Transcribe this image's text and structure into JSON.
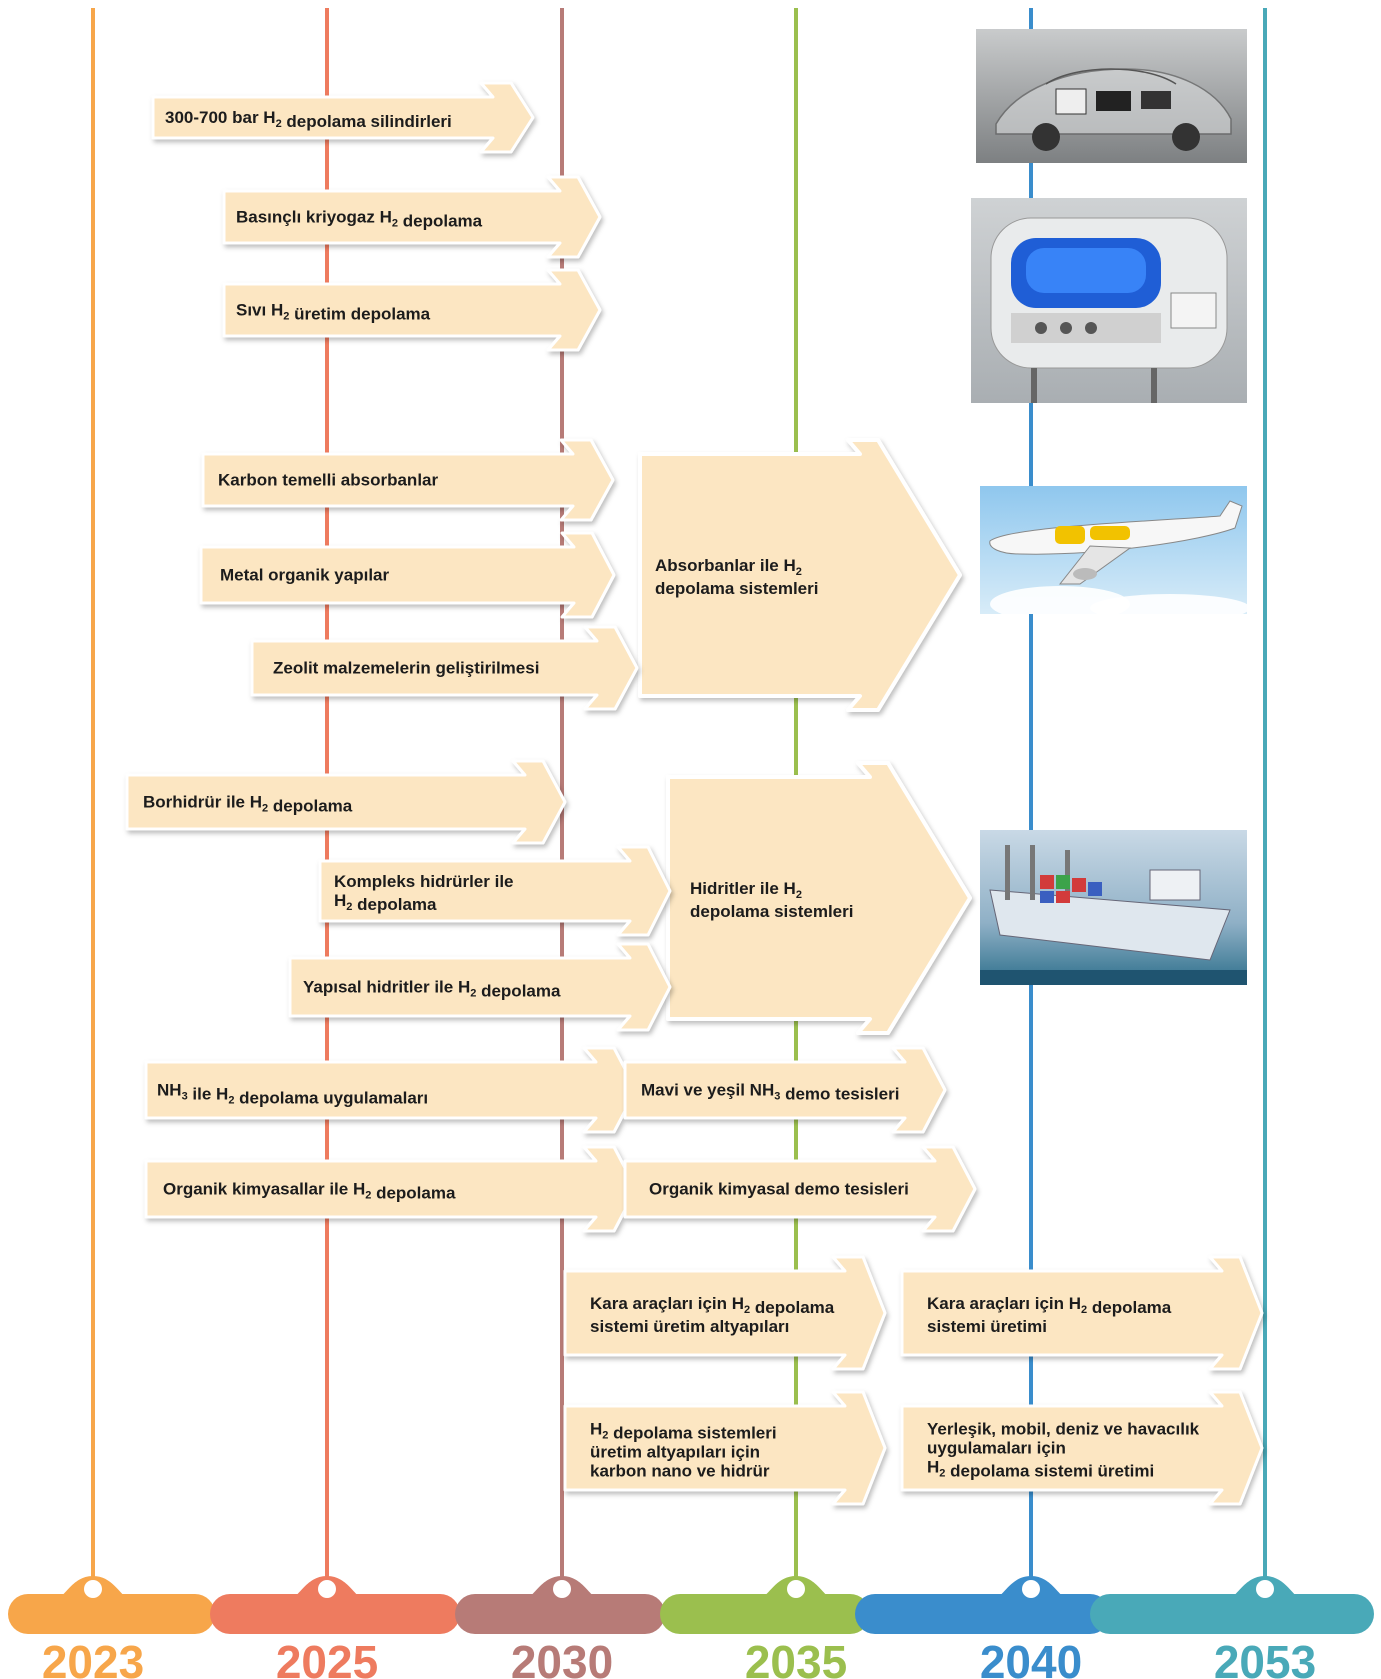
{
  "timeline": {
    "years": [
      {
        "label": "2023",
        "color": "#F7A64A"
      },
      {
        "label": "2025",
        "color": "#EE7B5F"
      },
      {
        "label": "2030",
        "color": "#B77B77"
      },
      {
        "label": "2035",
        "color": "#9BBF4E"
      },
      {
        "label": "2040",
        "color": "#3A8DCC"
      },
      {
        "label": "2053",
        "color": "#49A9B8"
      }
    ]
  },
  "arrows": [
    {
      "id": "a1",
      "lines": [
        [
          [
            "t",
            "300-700 bar H"
          ],
          [
            "s",
            "2"
          ],
          [
            "t",
            " depolama silindirleri"
          ]
        ]
      ]
    },
    {
      "id": "a2",
      "lines": [
        [
          [
            "t",
            "Basınçlı kriyogaz H"
          ],
          [
            "s",
            "2"
          ],
          [
            "t",
            " depolama"
          ]
        ]
      ]
    },
    {
      "id": "a3",
      "lines": [
        [
          [
            "t",
            "Sıvı H"
          ],
          [
            "s",
            "2"
          ],
          [
            "t",
            " üretim depolama"
          ]
        ]
      ]
    },
    {
      "id": "a4",
      "lines": [
        [
          [
            "t",
            "Karbon temelli absorbanlar"
          ]
        ]
      ]
    },
    {
      "id": "a5",
      "lines": [
        [
          [
            "t",
            "Metal organik yapılar"
          ]
        ]
      ]
    },
    {
      "id": "a6",
      "lines": [
        [
          [
            "t",
            "Zeolit malzemelerin geliştirilmesi"
          ]
        ]
      ]
    },
    {
      "id": "a7",
      "lines": [
        [
          [
            "t",
            "Borhidrür ile H"
          ],
          [
            "s",
            "2"
          ],
          [
            "t",
            " depolama"
          ]
        ]
      ]
    },
    {
      "id": "a8",
      "lines": [
        [
          [
            "t",
            "Kompleks hidrürler ile"
          ]
        ],
        [
          [
            "t",
            "H"
          ],
          [
            "s",
            "2"
          ],
          [
            "t",
            " depolama"
          ]
        ]
      ]
    },
    {
      "id": "a9",
      "lines": [
        [
          [
            "t",
            "Yapısal hidritler ile H"
          ],
          [
            "s",
            "2"
          ],
          [
            "t",
            " depolama"
          ]
        ]
      ]
    },
    {
      "id": "a10",
      "lines": [
        [
          [
            "t",
            "NH"
          ],
          [
            "s",
            "3"
          ],
          [
            "t",
            " ile H"
          ],
          [
            "s",
            "2"
          ],
          [
            "t",
            " depolama uygulamaları"
          ]
        ]
      ]
    },
    {
      "id": "a11",
      "lines": [
        [
          [
            "t",
            "Mavi ve yeşil NH"
          ],
          [
            "s",
            "3"
          ],
          [
            "t",
            " demo tesisleri"
          ]
        ]
      ]
    },
    {
      "id": "a12",
      "lines": [
        [
          [
            "t",
            "Organik kimyasallar ile H"
          ],
          [
            "s",
            "2"
          ],
          [
            "t",
            " depolama"
          ]
        ]
      ]
    },
    {
      "id": "a13",
      "lines": [
        [
          [
            "t",
            "Organik kimyasal demo tesisleri"
          ]
        ]
      ]
    },
    {
      "id": "a14",
      "lines": [
        [
          [
            "t",
            "Kara araçları için H"
          ],
          [
            "s",
            "2"
          ],
          [
            "t",
            " depolama"
          ]
        ],
        [
          [
            "t",
            "sistemi üretim altyapıları"
          ]
        ]
      ]
    },
    {
      "id": "a15",
      "lines": [
        [
          [
            "t",
            "Kara araçları için H"
          ],
          [
            "s",
            "2"
          ],
          [
            "t",
            " depolama"
          ]
        ],
        [
          [
            "t",
            "sistemi üretimi"
          ]
        ]
      ]
    },
    {
      "id": "a16",
      "lines": [
        [
          [
            "t",
            "H"
          ],
          [
            "s",
            "2"
          ],
          [
            "t",
            " depolama sistemleri"
          ]
        ],
        [
          [
            "t",
            "üretim altyapıları için"
          ]
        ],
        [
          [
            "t",
            "karbon nano ve hidrür"
          ]
        ]
      ]
    },
    {
      "id": "a17",
      "lines": [
        [
          [
            "t",
            "Yerleşik, mobil, deniz ve havacılık"
          ]
        ],
        [
          [
            "t",
            "uygulamaları için"
          ]
        ],
        [
          [
            "t",
            "H"
          ],
          [
            "s",
            "2"
          ],
          [
            "t",
            " depolama sistemi üretimi"
          ]
        ]
      ]
    }
  ],
  "big_arrows": [
    {
      "id": "b1",
      "lines": [
        [
          [
            "t",
            "Absorbanlar ile H"
          ],
          [
            "s",
            "2"
          ]
        ],
        [
          [
            "t",
            "depolama sistemleri"
          ]
        ]
      ]
    },
    {
      "id": "b2",
      "lines": [
        [
          [
            "t",
            "Hidritler ile H"
          ],
          [
            "s",
            "2"
          ]
        ],
        [
          [
            "t",
            "depolama sistemleri"
          ]
        ]
      ]
    }
  ],
  "photos": [
    {
      "id": "p1",
      "subject": "car-hydrogen-tank"
    },
    {
      "id": "p2",
      "subject": "cryogenic-storage-unit"
    },
    {
      "id": "p3",
      "subject": "hydrogen-aircraft"
    },
    {
      "id": "p4",
      "subject": "hydrogen-ship"
    }
  ],
  "colors": {
    "arrow_fill": "#FCE6C2",
    "arrow_stroke": "#ffffff"
  }
}
